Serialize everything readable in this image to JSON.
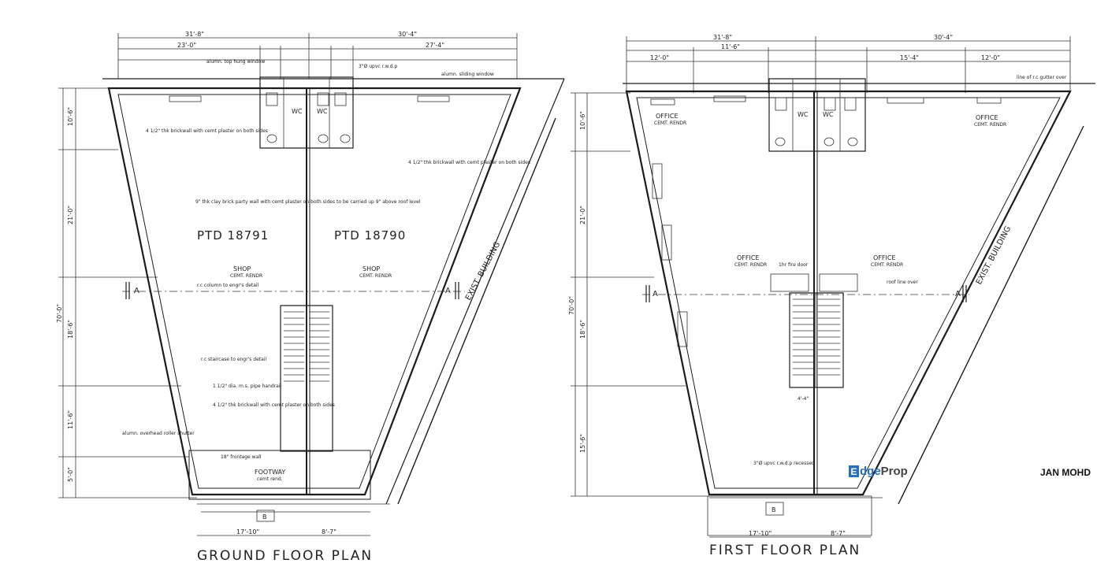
{
  "watermark": {
    "brand_first": "dge",
    "brand_initial": "E",
    "brand_second": "Prop",
    "agent_name": "JAN MOHD"
  },
  "ground_floor": {
    "title": "GROUND FLOOR PLAN",
    "lot_left": "PTD 18791",
    "lot_right": "PTD 18790",
    "room_left": "SHOP",
    "room_right": "SHOP",
    "room_sub": "CEMT. RENDR",
    "neighbor": "EXIST. BUILDING",
    "footway": "FOOTWAY",
    "footway_sub": "cemt rend.",
    "wc": "WC",
    "section_a": "A",
    "section_b": "B",
    "dim_top_left": "31'-8\"",
    "dim_top_right": "30'-4\"",
    "dim_sub_left": "23'-0\"",
    "dim_sub_right": "27'-4\"",
    "dim_vertical_total": "70'-0\"",
    "dim_v1": "10'-6\"",
    "dim_v2": "21'-0\"",
    "dim_v3": "18'-6\"",
    "dim_v4": "11'-6\"",
    "dim_v5": "5'-0\"",
    "dim_bottom_left": "17'-10\"",
    "dim_bottom_right": "8'-7\"",
    "note_party_wall": "9\" thk clay brick party wall with cemt plaster on both sides to be carried up 9\" above roof level",
    "note_brickwall": "4 1/2\" thk brickwall with cemt plaster on both sides",
    "note_column": "r.c column to engr's detail",
    "note_staircase": "r.c staircase to engr's detail",
    "note_pipe": "1 1/2\" dia. m.s. pipe handrail",
    "note_shutter": "alumn. overhead roller shutter",
    "note_frontage": "18\" frontage wall",
    "note_sliding": "alumn. sliding window",
    "note_hung": "alumn. top hung window",
    "note_upvc": "3\"Ø upvc r.w.d.p"
  },
  "first_floor": {
    "title": "FIRST FLOOR PLAN",
    "room_office": "OFFICE",
    "room_sub": "CEMT. RENDR",
    "neighbor": "EXIST. BUILDING",
    "wc": "WC",
    "section_a": "A",
    "section_b": "B",
    "dim_top_left": "31'-8\"",
    "dim_top_right": "30'-4\"",
    "dim_sub_1": "12'-0\"",
    "dim_sub_2": "11'-6\"",
    "dim_sub_3": "15'-4\"",
    "dim_sub_4": "12'-0\"",
    "dim_vertical_total": "70'-0\"",
    "dim_v1": "10'-6\"",
    "dim_v2": "21'-0\"",
    "dim_v3": "18'-6\"",
    "dim_v4": "15'-6\"",
    "dim_bottom_left": "17'-10\"",
    "dim_bottom_right": "8'-7\"",
    "dim_stair": "4'-4\"",
    "note_fire_door": "1hr fire door",
    "note_roof": "roof line over",
    "note_gutter": "line of r.c gutter over",
    "note_upvc": "3\"Ø upvc r.w.d.p recessed"
  }
}
